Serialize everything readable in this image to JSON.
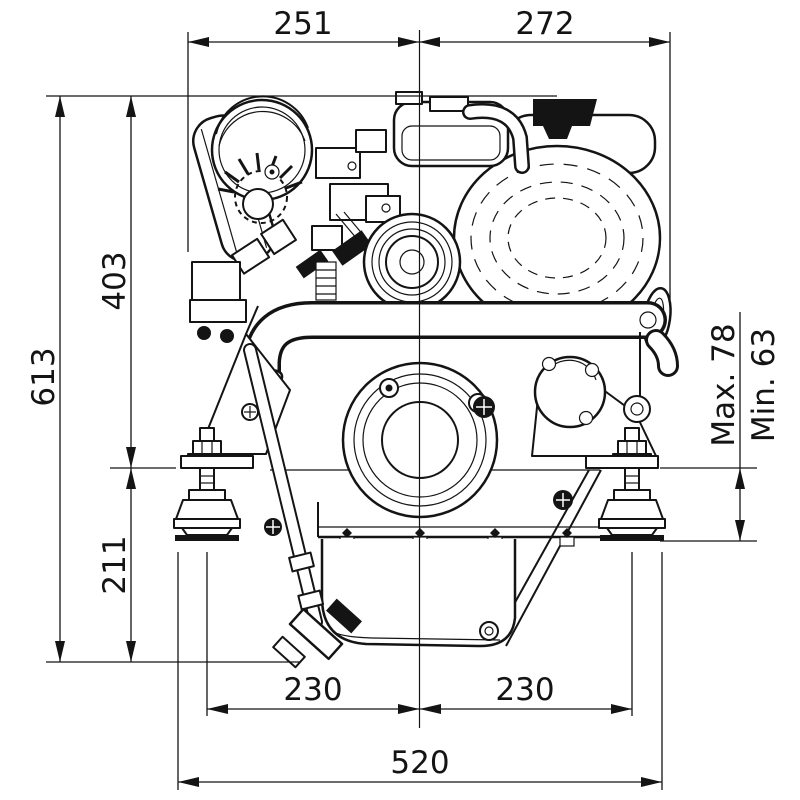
{
  "drawing": {
    "type": "technical-dimension-drawing",
    "subject": "marine diesel engine front view with installation dimensions (mm)",
    "line_color": "#141414",
    "background": "#ffffff",
    "dims": {
      "top_left_width": "251",
      "top_right_width": "272",
      "overall_height": "613",
      "upper_height": "403",
      "lower_height": "211",
      "mount_max": "Max. 78",
      "mount_min": "Min. 63",
      "bottom_left_span": "230",
      "bottom_right_span": "230",
      "overall_mount_width": "520"
    }
  }
}
